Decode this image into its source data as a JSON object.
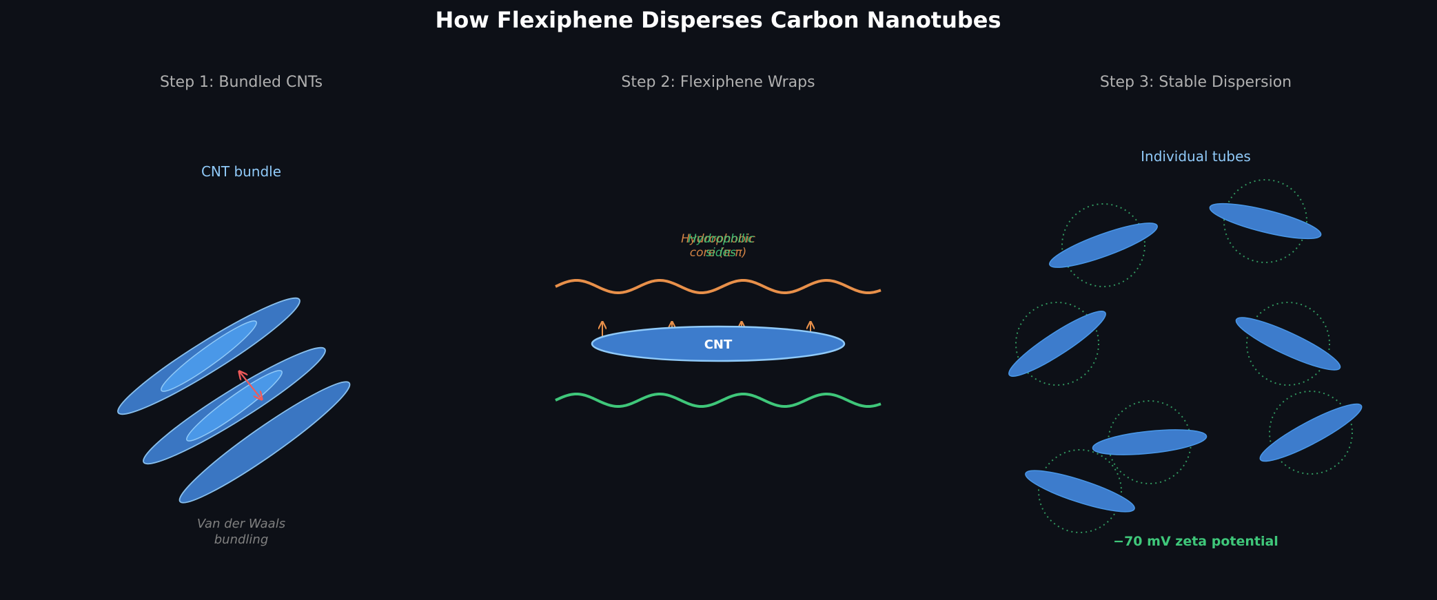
{
  "title": "How Flexiphene Disperses Carbon Nanotubes",
  "colors": {
    "background": "#0d1017",
    "tube_fill": "#3d7ccc",
    "tube_fill_light": "#4a98e8",
    "tube_edge": "#90caf9",
    "hydrophobic": "#e8904a",
    "hydrophilic": "#3fc77a",
    "arrow_red": "#ef5a5a",
    "label_blue": "#90caf9",
    "muted_gray": "#b0b0b0",
    "dim_gray": "#808080"
  },
  "panels": [
    {
      "title": "Step 1: Bundled CNTs",
      "label": "CNT bundle",
      "caption_line1": "Van der Waals",
      "caption_line2": "bundling"
    },
    {
      "title": "Step 2: Flexiphene Wraps",
      "label_hydrophobic_line1": "Hydrophobic",
      "label_hydrophobic_line2": "core (π-π)",
      "label_hydrophilic_line1": "Hydrophilic",
      "label_hydrophilic_line2": "sides",
      "tube_label": "CNT"
    },
    {
      "title": "Step 3: Stable Dispersion",
      "label": "Individual tubes",
      "caption": "−70 mV zeta potential"
    }
  ]
}
